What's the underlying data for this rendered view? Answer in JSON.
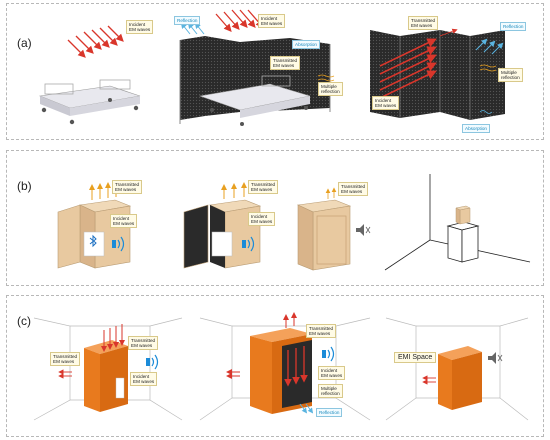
{
  "panels": {
    "a": {
      "label": "(a)",
      "scene1": {
        "incident": "Incident\nEM waves"
      },
      "scene2": {
        "reflection": "Reflection",
        "incident": "Incident\nEM waves",
        "transmitted": "Transmitted\nEM waves",
        "absorption": "Absorption",
        "multiple": "Multiple\nreflection"
      },
      "scene3": {
        "transmitted": "Transmitted\nEM waves",
        "reflection": "Reflection",
        "multiple": "Multiple\nreflection",
        "incident": "Incident\nEM waves",
        "absorption": "Absorption"
      }
    },
    "b": {
      "label": "(b)",
      "scene1": {
        "transmitted": "Transmitted\nEM waves",
        "incident": "Incident\nEM waves"
      },
      "scene2": {
        "transmitted": "Transmitted\nEM waves",
        "incident": "Incident\nEM waves"
      },
      "scene3": {
        "transmitted": "Transmitted\nEM waves"
      }
    },
    "c": {
      "label": "(c)",
      "scene1": {
        "transmitted_top": "Transmitted\nEM waves",
        "transmitted_left": "Transmitted\nEM waves",
        "incident": "Incident\nEM waves"
      },
      "scene2": {
        "transmitted": "Transmitted\nEM waves",
        "incident": "Incident\nEM waves",
        "multiple": "Multiple\nreflection",
        "reflection": "Reflection"
      },
      "scene3": {
        "emi_space": "EMI Space"
      }
    }
  },
  "colors": {
    "wave_red": "#d9362b",
    "wave_blue": "#5ab4e0",
    "wave_orange": "#e8a020",
    "cabinet": "#e8c9a0",
    "orange_room": "#e87a1e",
    "dark_panel": "#2a2a2a"
  },
  "icons": [
    "wifi-signal-icon",
    "bluetooth-device-icon",
    "muted-speaker-icon"
  ]
}
